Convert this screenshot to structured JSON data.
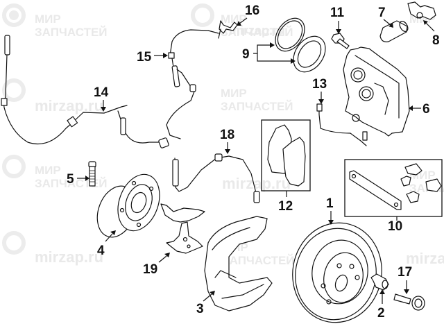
{
  "diagram": {
    "type": "exploded-parts-diagram",
    "subject": "Front brake assembly"
  },
  "watermark": {
    "brand_line1": "МИР",
    "brand_line2": "ЗАПЧАСТЕЙ",
    "site": "mirzap.ru",
    "color": "#e9e9e9"
  },
  "callouts": [
    {
      "id": "1",
      "part": "brake-rotor"
    },
    {
      "id": "2",
      "part": "guide-bushing"
    },
    {
      "id": "3",
      "part": "splash-shield"
    },
    {
      "id": "4",
      "part": "hub-bearing"
    },
    {
      "id": "5",
      "part": "hub-bolt"
    },
    {
      "id": "6",
      "part": "caliper"
    },
    {
      "id": "7",
      "part": "caliper-piston"
    },
    {
      "id": "8",
      "part": "bleeder-cap"
    },
    {
      "id": "9",
      "part": "piston-seal-kit"
    },
    {
      "id": "10",
      "part": "pad-hardware-kit"
    },
    {
      "id": "11",
      "part": "bleeder-screw"
    },
    {
      "id": "12",
      "part": "brake-pads"
    },
    {
      "id": "13",
      "part": "brake-line"
    },
    {
      "id": "14",
      "part": "wear-sensor"
    },
    {
      "id": "15",
      "part": "abs-sensor"
    },
    {
      "id": "16",
      "part": "sensor-clip"
    },
    {
      "id": "17",
      "part": "caliper-bolt"
    },
    {
      "id": "18",
      "part": "brake-hose"
    },
    {
      "id": "19",
      "part": "hose-bracket"
    }
  ],
  "colors": {
    "line": "#111111",
    "background": "#ffffff"
  }
}
